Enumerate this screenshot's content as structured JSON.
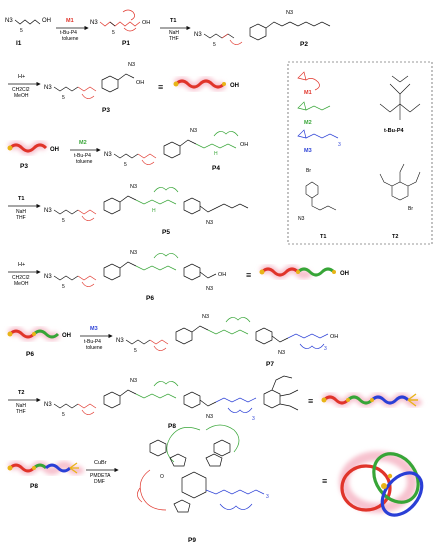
{
  "compounds": {
    "I1": "I1",
    "P1": "P1",
    "P2": "P2",
    "P3": "P3",
    "P4": "P4",
    "P5": "P5",
    "P6": "P6",
    "P7": "P7",
    "P8": "P8",
    "P9": "P9",
    "M1": "M1",
    "M2": "M2",
    "M3": "M3",
    "T1": "T1",
    "T2": "T2",
    "tBuP4": "t-Bu-P4"
  },
  "groups": {
    "N3": "N3",
    "OH": "OH",
    "H": "H",
    "Br": "Br",
    "O": "O",
    "subscript5": "5",
    "subscript3": "3"
  },
  "steps": {
    "s1": {
      "reagent": "M1",
      "cond1": "t-Bu-P4",
      "cond2": "toluene"
    },
    "s2": {
      "reagent": "T1",
      "cond1": "NaH",
      "cond2": "THF"
    },
    "s3": {
      "reagent": "H+",
      "cond1": "CH2Cl2",
      "cond2": "MeOH"
    },
    "s4": {
      "reagent": "M2",
      "cond1": "t-Bu-P4",
      "cond2": "toluene"
    },
    "s5": {
      "reagent": "T1",
      "cond1": "NaH",
      "cond2": "THF"
    },
    "s6": {
      "reagent": "H+",
      "cond1": "CH2Cl2",
      "cond2": "MeOH"
    },
    "s7": {
      "reagent": "M3",
      "cond1": "t-Bu-P4",
      "cond2": "toluene"
    },
    "s8": {
      "reagent": "T2",
      "cond1": "NaH",
      "cond2": "THF"
    },
    "s9": {
      "reagent": "CuBr",
      "cond1": "PMDETA",
      "cond2": "DMF"
    }
  },
  "equiv": "≡",
  "colors": {
    "red": "#e0342a",
    "green": "#37a537",
    "blue": "#2a3fd6",
    "gold": "#e8b417",
    "pinkGlow": "#f7c2cf",
    "ink": "#111111"
  }
}
